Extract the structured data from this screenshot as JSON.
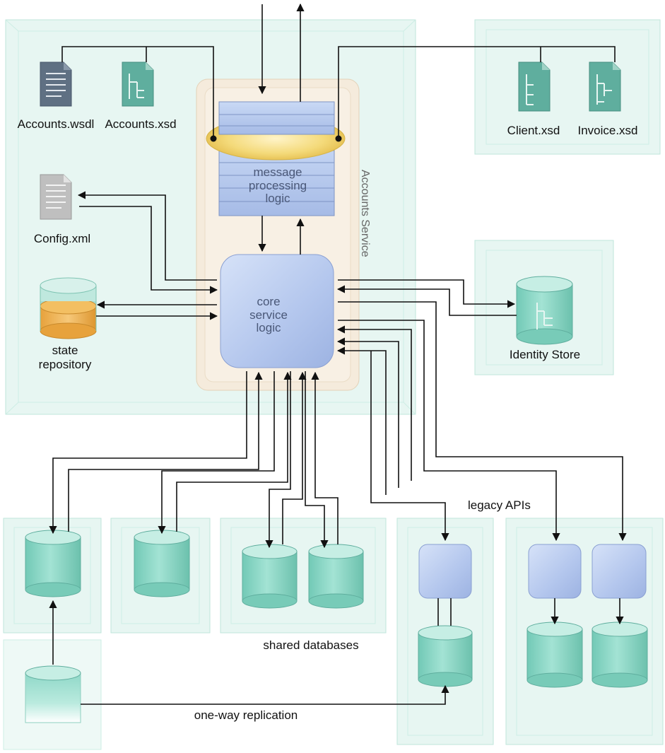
{
  "labels": {
    "accounts_wsdl": "Accounts.wsdl",
    "accounts_xsd": "Accounts.xsd",
    "client_xsd": "Client.xsd",
    "invoice_xsd": "Invoice.xsd",
    "config_xml": "Config.xml",
    "state_repository_line1": "state",
    "state_repository_line2": "repository",
    "message_logic_line1": "message",
    "message_logic_line2": "processing",
    "message_logic_line3": "logic",
    "core_logic_line1": "core",
    "core_logic_line2": "service",
    "core_logic_line3": "logic",
    "accounts_service": "Accounts Service",
    "identity_store": "Identity Store",
    "legacy_apis": "legacy APIs",
    "shared_databases": "shared databases",
    "one_way_replication": "one-way replication"
  },
  "colors": {
    "container_fill": "#e3f4f0",
    "container_edge": "#a9dccf",
    "db_teal": "#8fd8c8",
    "db_orange": "#f0b24e",
    "logic_blue": "#b5c8ee",
    "halo_yellow": "#f4da7a",
    "service_boundary": "#f6ecdd"
  },
  "icons": [
    "wsdl-document-icon",
    "xsd-document-icon",
    "xml-document-icon",
    "database-icon",
    "api-block-icon"
  ]
}
